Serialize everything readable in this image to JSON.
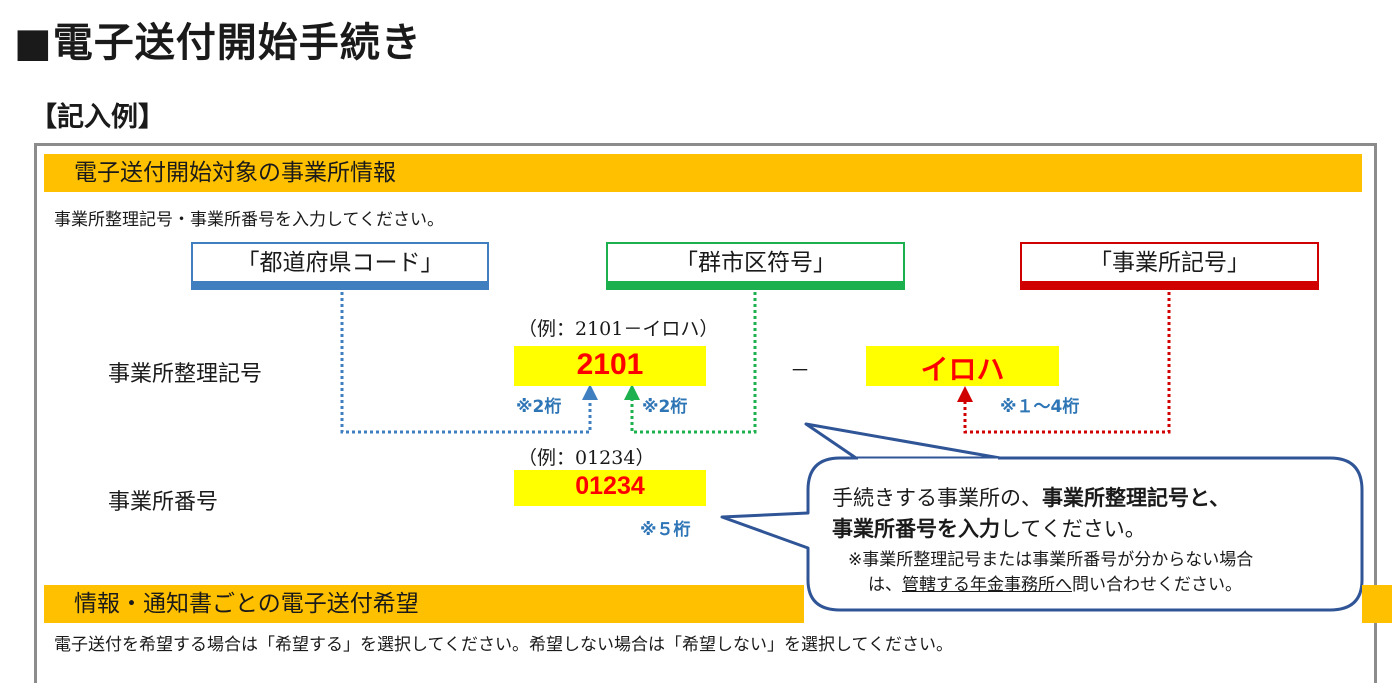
{
  "title": {
    "marker": "■",
    "text": "電子送付開始手続き"
  },
  "sample_label": "【記入例】",
  "section1": {
    "header": "電子送付開始対象の事業所情報",
    "instruction": "事業所整理記号・事業所番号を入力してください。",
    "categories": {
      "prefecture": "「都道府県コード」",
      "city": "「群市区符号」",
      "office_symbol": "「事業所記号」"
    },
    "reference_symbol": {
      "label": "事業所整理記号",
      "example": "（例：2101－イロハ）",
      "code_value": "2101",
      "separator": "－",
      "symbol_value": "イロハ",
      "note_prefecture": "※2桁",
      "note_city": "※2桁",
      "note_symbol": "※１～4桁"
    },
    "office_number": {
      "label": "事業所番号",
      "example": "（例：01234）",
      "value": "01234",
      "note": "※５桁"
    }
  },
  "callout": {
    "line1_normal": "手続きする事業所の、",
    "line1_bold": "事業所整理記号と、",
    "line2_bold": "事業所番号を入力",
    "line2_normal": "してください。",
    "note_line1": "※事業所整理記号または事業所番号が分からない場合",
    "note_line2_prefix": "は、",
    "note_line2_link": "管轄する年金事務所へ",
    "note_line2_suffix": "問い合わせください。"
  },
  "section2": {
    "header": "情報・通知書ごとの電子送付希望",
    "instruction": "電子送付を希望する場合は「希望する」を選択してください。希望しない場合は「希望しない」を選択してください。"
  },
  "colors": {
    "band": "#ffc000",
    "highlight": "#ffff00",
    "blue": "#3f7fbf",
    "green": "#1db04e",
    "red": "#d10000",
    "value_red": "#ff0000",
    "note_blue": "#2e75b6",
    "callout_border": "#2f5597"
  }
}
